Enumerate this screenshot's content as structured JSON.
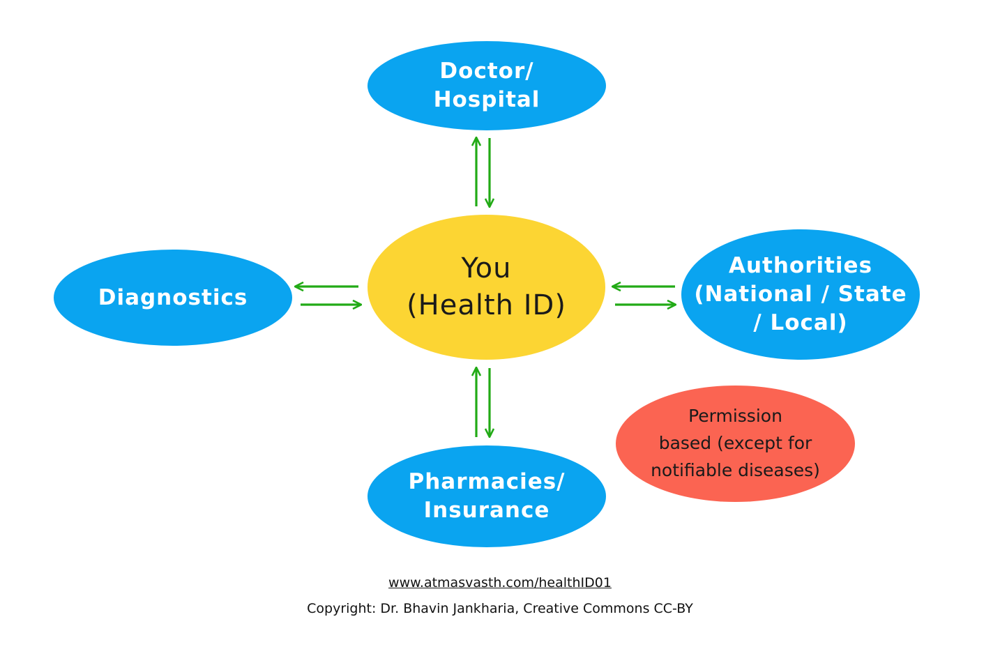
{
  "colors": {
    "blue_node": "#0aa4f0",
    "center_node": "#fcd533",
    "note_node": "#fb6452",
    "arrow": "#22aa16"
  },
  "nodes": {
    "doctor": {
      "lines": [
        "Doctor/",
        "Hospital"
      ]
    },
    "you": {
      "lines": [
        "You",
        "(Health ID)"
      ]
    },
    "diagnostics": {
      "lines": [
        "Diagnostics"
      ]
    },
    "authorities": {
      "lines": [
        "Authorities",
        "(National / State",
        "/ Local)"
      ]
    },
    "pharmacies": {
      "lines": [
        "Pharmacies/",
        "Insurance"
      ]
    },
    "permission": {
      "lines": [
        "Permission",
        "based (except for",
        "notifiable diseases)"
      ]
    }
  },
  "connections": [
    {
      "between": [
        "you",
        "doctor"
      ],
      "type": "bidirectional"
    },
    {
      "between": [
        "you",
        "diagnostics"
      ],
      "type": "bidirectional"
    },
    {
      "between": [
        "you",
        "authorities"
      ],
      "type": "bidirectional"
    },
    {
      "between": [
        "you",
        "pharmacies"
      ],
      "type": "bidirectional"
    }
  ],
  "footer": {
    "link": "www.atmasvasth.com/healthID01",
    "copyright": "Copyright: Dr. Bhavin Jankharia, Creative Commons CC-BY"
  }
}
